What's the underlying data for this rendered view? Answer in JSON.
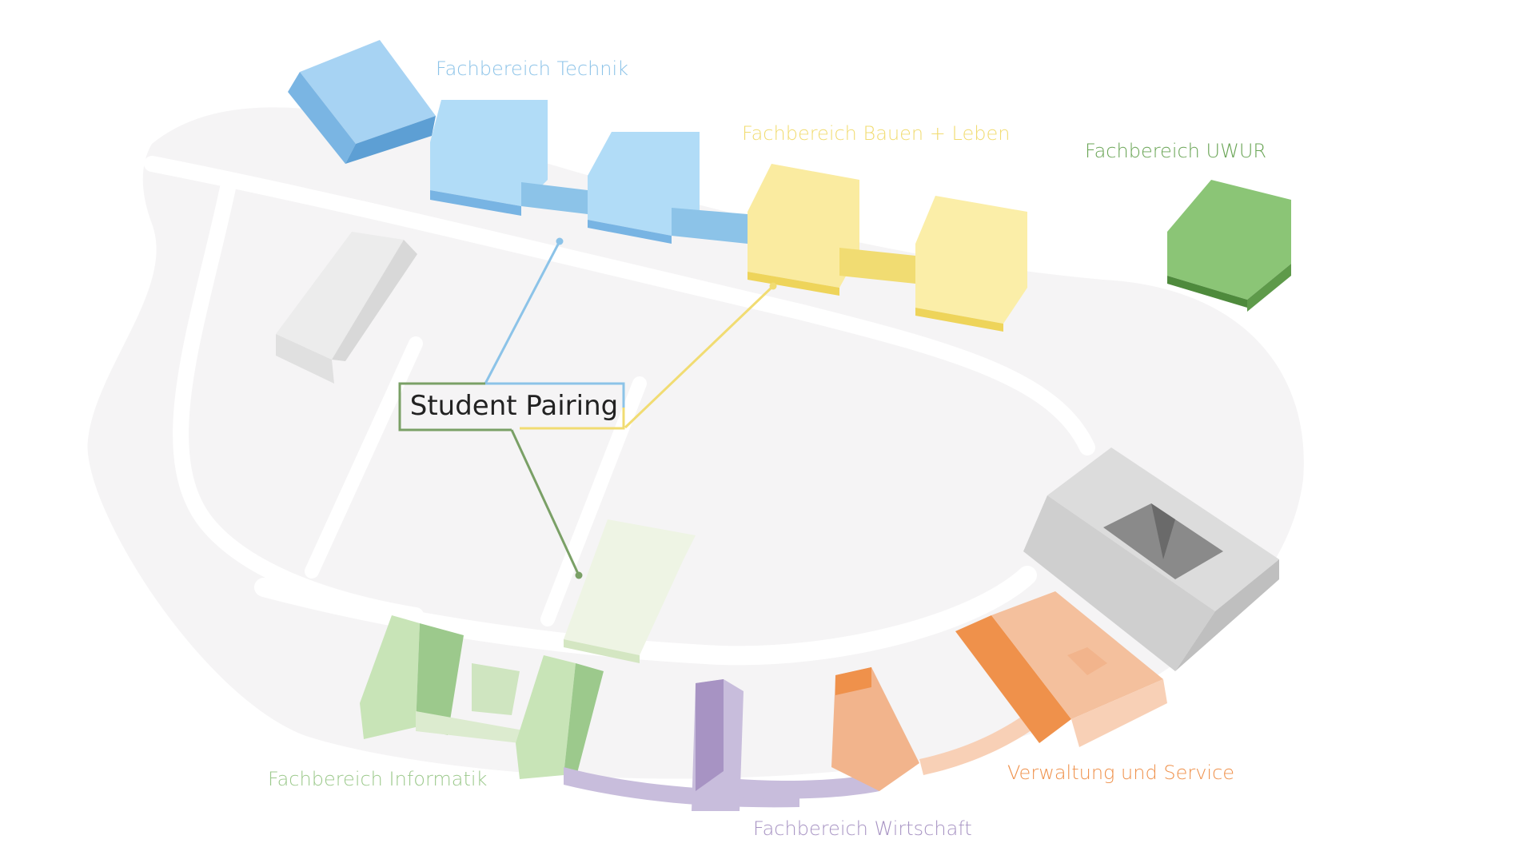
{
  "map": {
    "center_label": "Student Pairing",
    "faculties": [
      {
        "id": "technik",
        "label": "Fachbereich Technik",
        "color": "#8cc3e8"
      },
      {
        "id": "bauen",
        "label": "Fachbereich Bauen + Leben",
        "color": "#f1dc72"
      },
      {
        "id": "uwur",
        "label": "Fachbereich UWUR",
        "color": "#6aa556"
      },
      {
        "id": "informatik",
        "label": "Fachbereich Informatik",
        "color": "#9cc98c"
      },
      {
        "id": "wirtschaft",
        "label": "Fachbereich Wirtschaft",
        "color": "#a793c3"
      },
      {
        "id": "verwaltung",
        "label": "Verwaltung und Service",
        "color": "#ef914b"
      }
    ]
  }
}
